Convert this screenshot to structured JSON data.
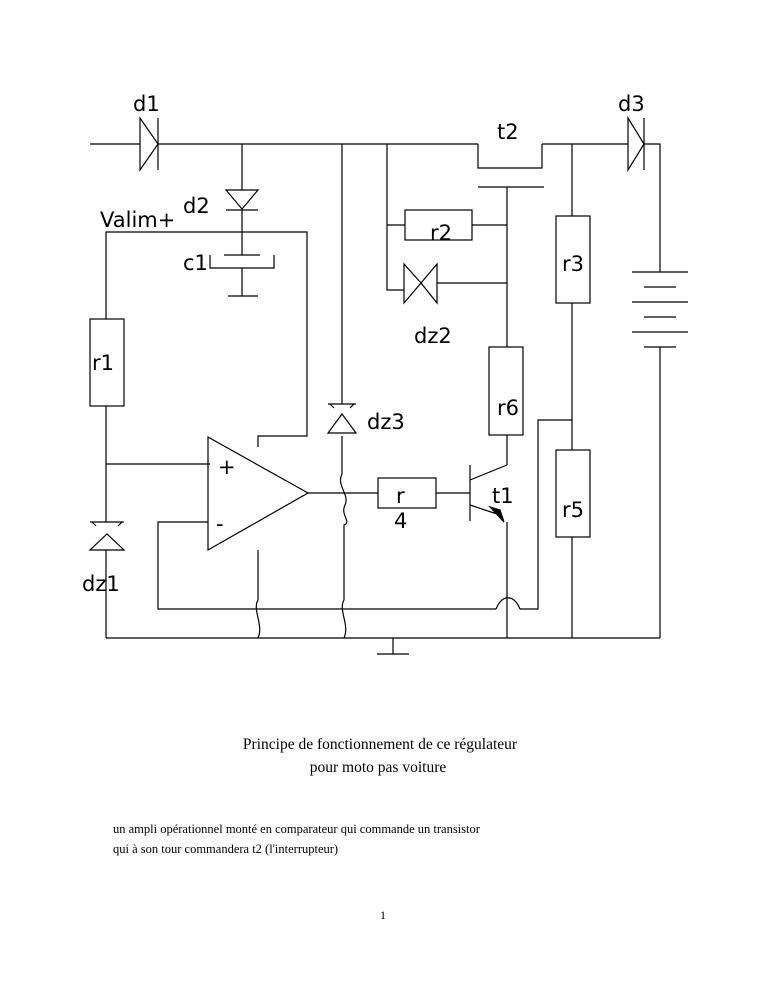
{
  "diagram": {
    "labels": {
      "d1": "d1",
      "d2": "d2",
      "d3": "d3",
      "t1": "t1",
      "t2": "t2",
      "valim": "Valim+",
      "c1": "c1",
      "r1": "r1",
      "r2": "r2",
      "r3": "r3",
      "r4_top": "r",
      "r4_bottom": "4",
      "r5": "r5",
      "r6": "r6",
      "dz1": "dz1",
      "dz2": "dz2",
      "dz3": "dz3",
      "plus": "+",
      "minus": "-"
    }
  },
  "text": {
    "title_line1": "Principe de fonctionnement de ce régulateur",
    "title_line2": "pour moto pas voiture",
    "description_line1": "un ampli opérationnel monté en comparateur qui commande un transistor",
    "description_line2": "qui à son tour commandera t2 (l'interrupteur)",
    "page_number": "1"
  }
}
